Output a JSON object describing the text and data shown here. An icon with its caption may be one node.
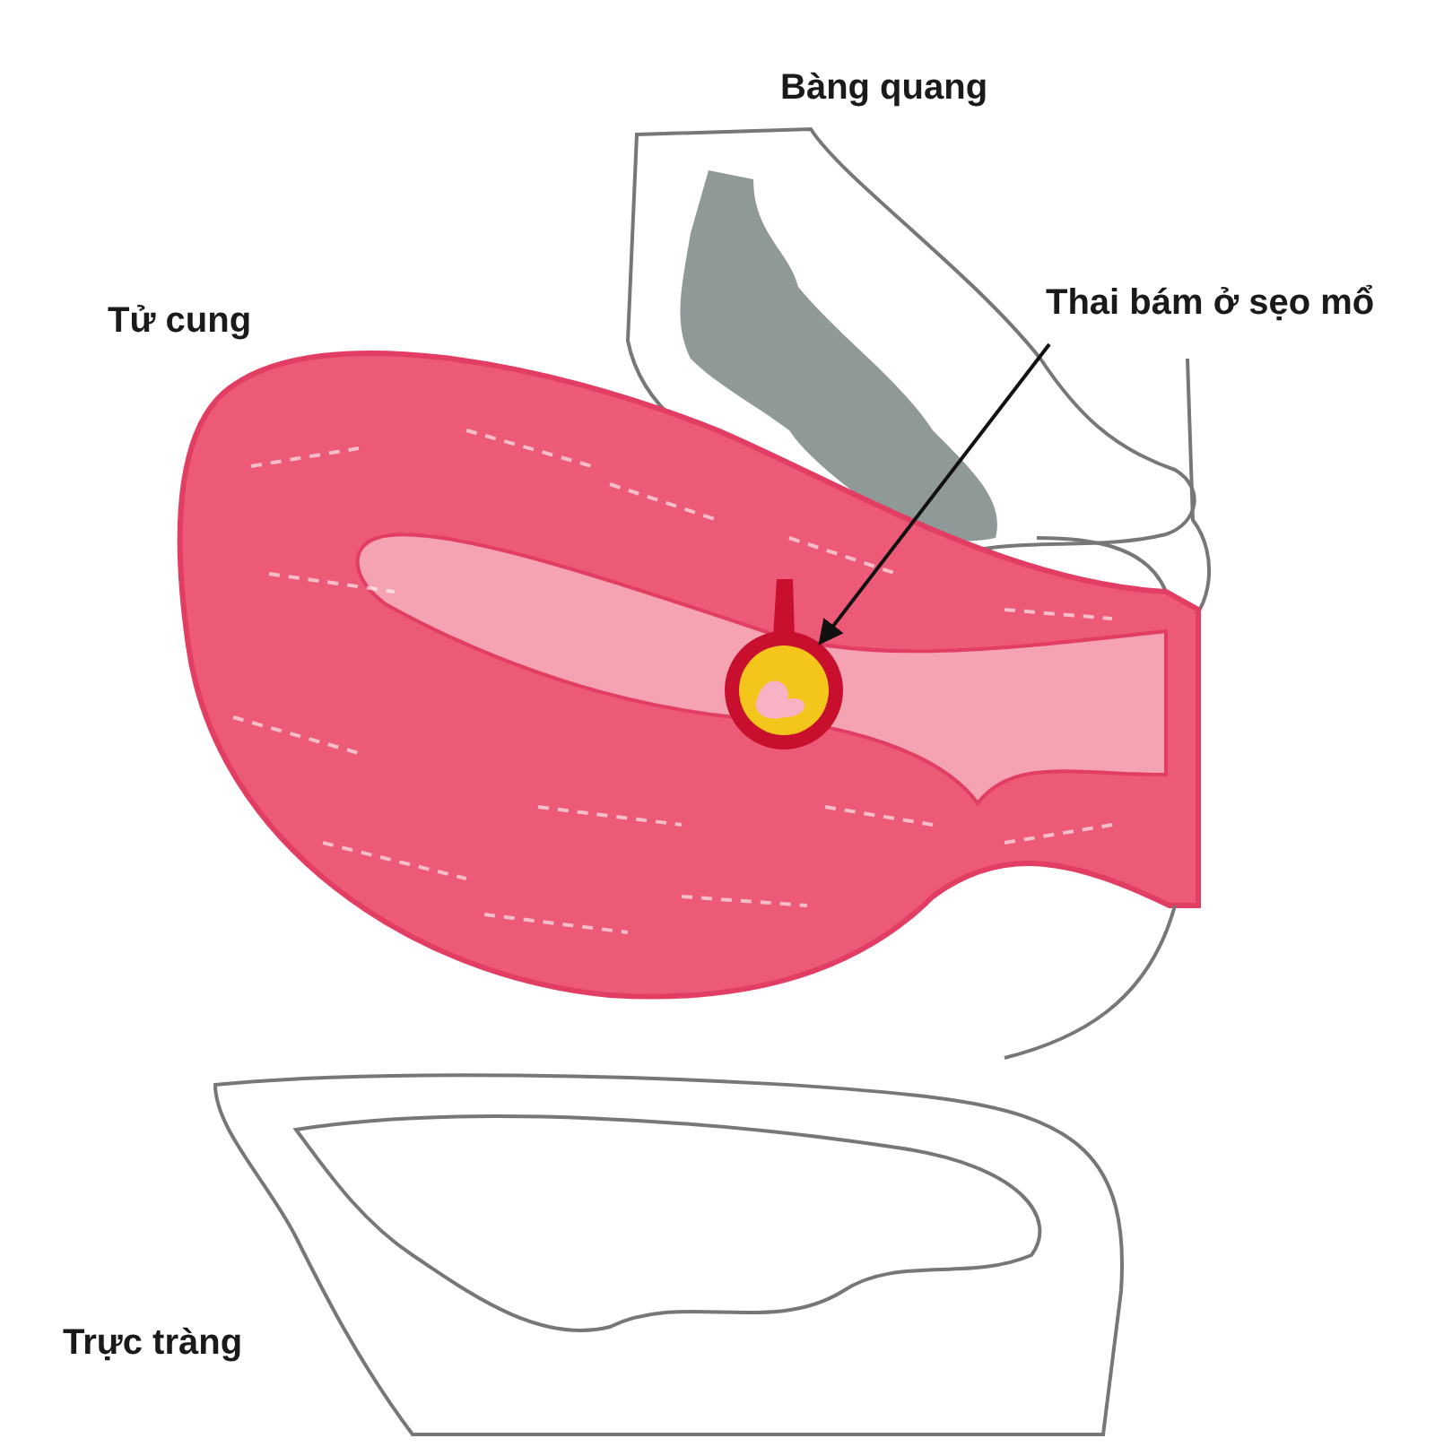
{
  "diagram": {
    "nodes": [
      {
        "text": [
          "Thai bám ở sẹo mổ"
        ]
      },
      {
        "text": [],
        "shape": "circle"
      }
    ],
    "edges": [
      {
        "from": 0,
        "to": 1,
        "arrow": "to"
      }
    ],
    "labels": [
      "Bàng quang",
      "Tử cung",
      "Trực tràng"
    ]
  }
}
